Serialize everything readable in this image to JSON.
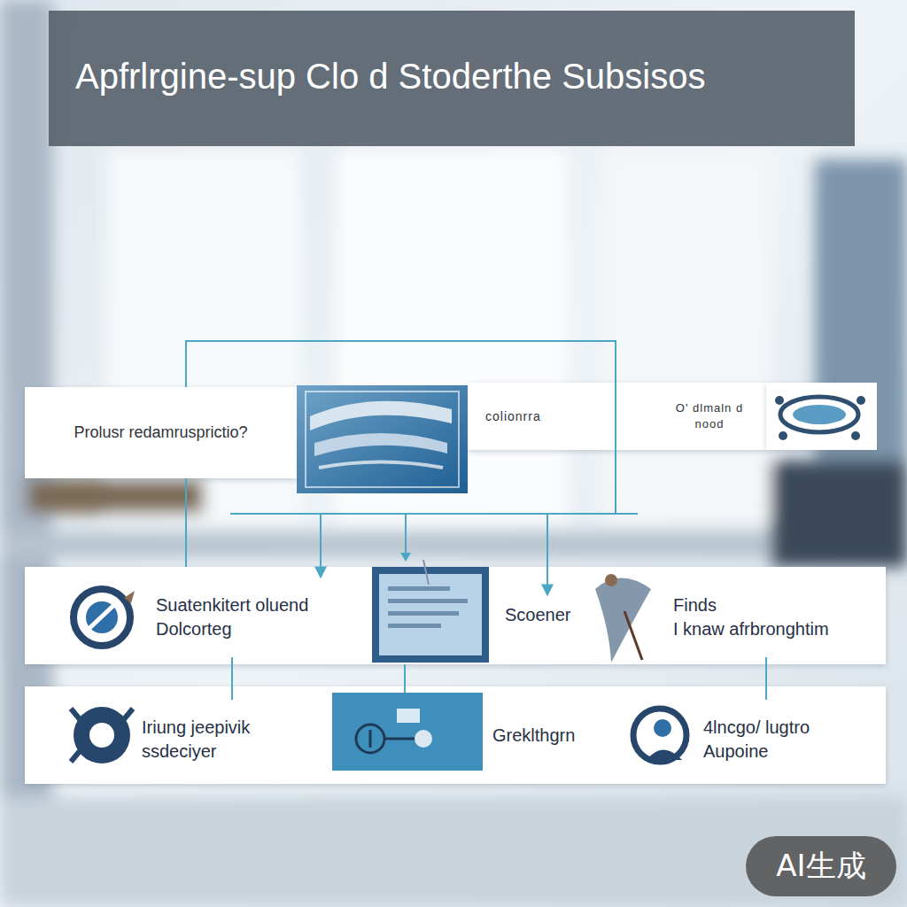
{
  "diagram": {
    "title": "Apfrlrgine-sup Clo d Stoderthe Subsisos",
    "nodes": [
      {
        "text": [
          "Prolusr redamrusprictio?"
        ]
      },
      {
        "text": [
          "colionrra"
        ]
      },
      {
        "text": [
          "O' dlmaln d",
          "nood"
        ]
      },
      {
        "text": [
          "Suatenkitert oluend",
          "Dolcorteg"
        ]
      },
      {
        "text": [
          "Scoener"
        ]
      },
      {
        "text": [
          "Finds",
          "I knaw afrbronghtim"
        ]
      },
      {
        "text": [
          "Iriung jeepivik",
          "ssdeciyer"
        ]
      },
      {
        "text": [
          "Greklthgrn"
        ]
      },
      {
        "text": [
          "4lncgo/ lugtro",
          "Aupoine"
        ]
      }
    ],
    "edges": [
      {
        "from": 0,
        "to": 3,
        "arrow": "to"
      },
      {
        "from": 0,
        "to": 4,
        "arrow": "to"
      },
      {
        "from": 3,
        "to": 6,
        "arrow": "none"
      },
      {
        "from": 5,
        "to": 8,
        "arrow": "none"
      }
    ],
    "labels": [
      "AI生成"
    ]
  }
}
